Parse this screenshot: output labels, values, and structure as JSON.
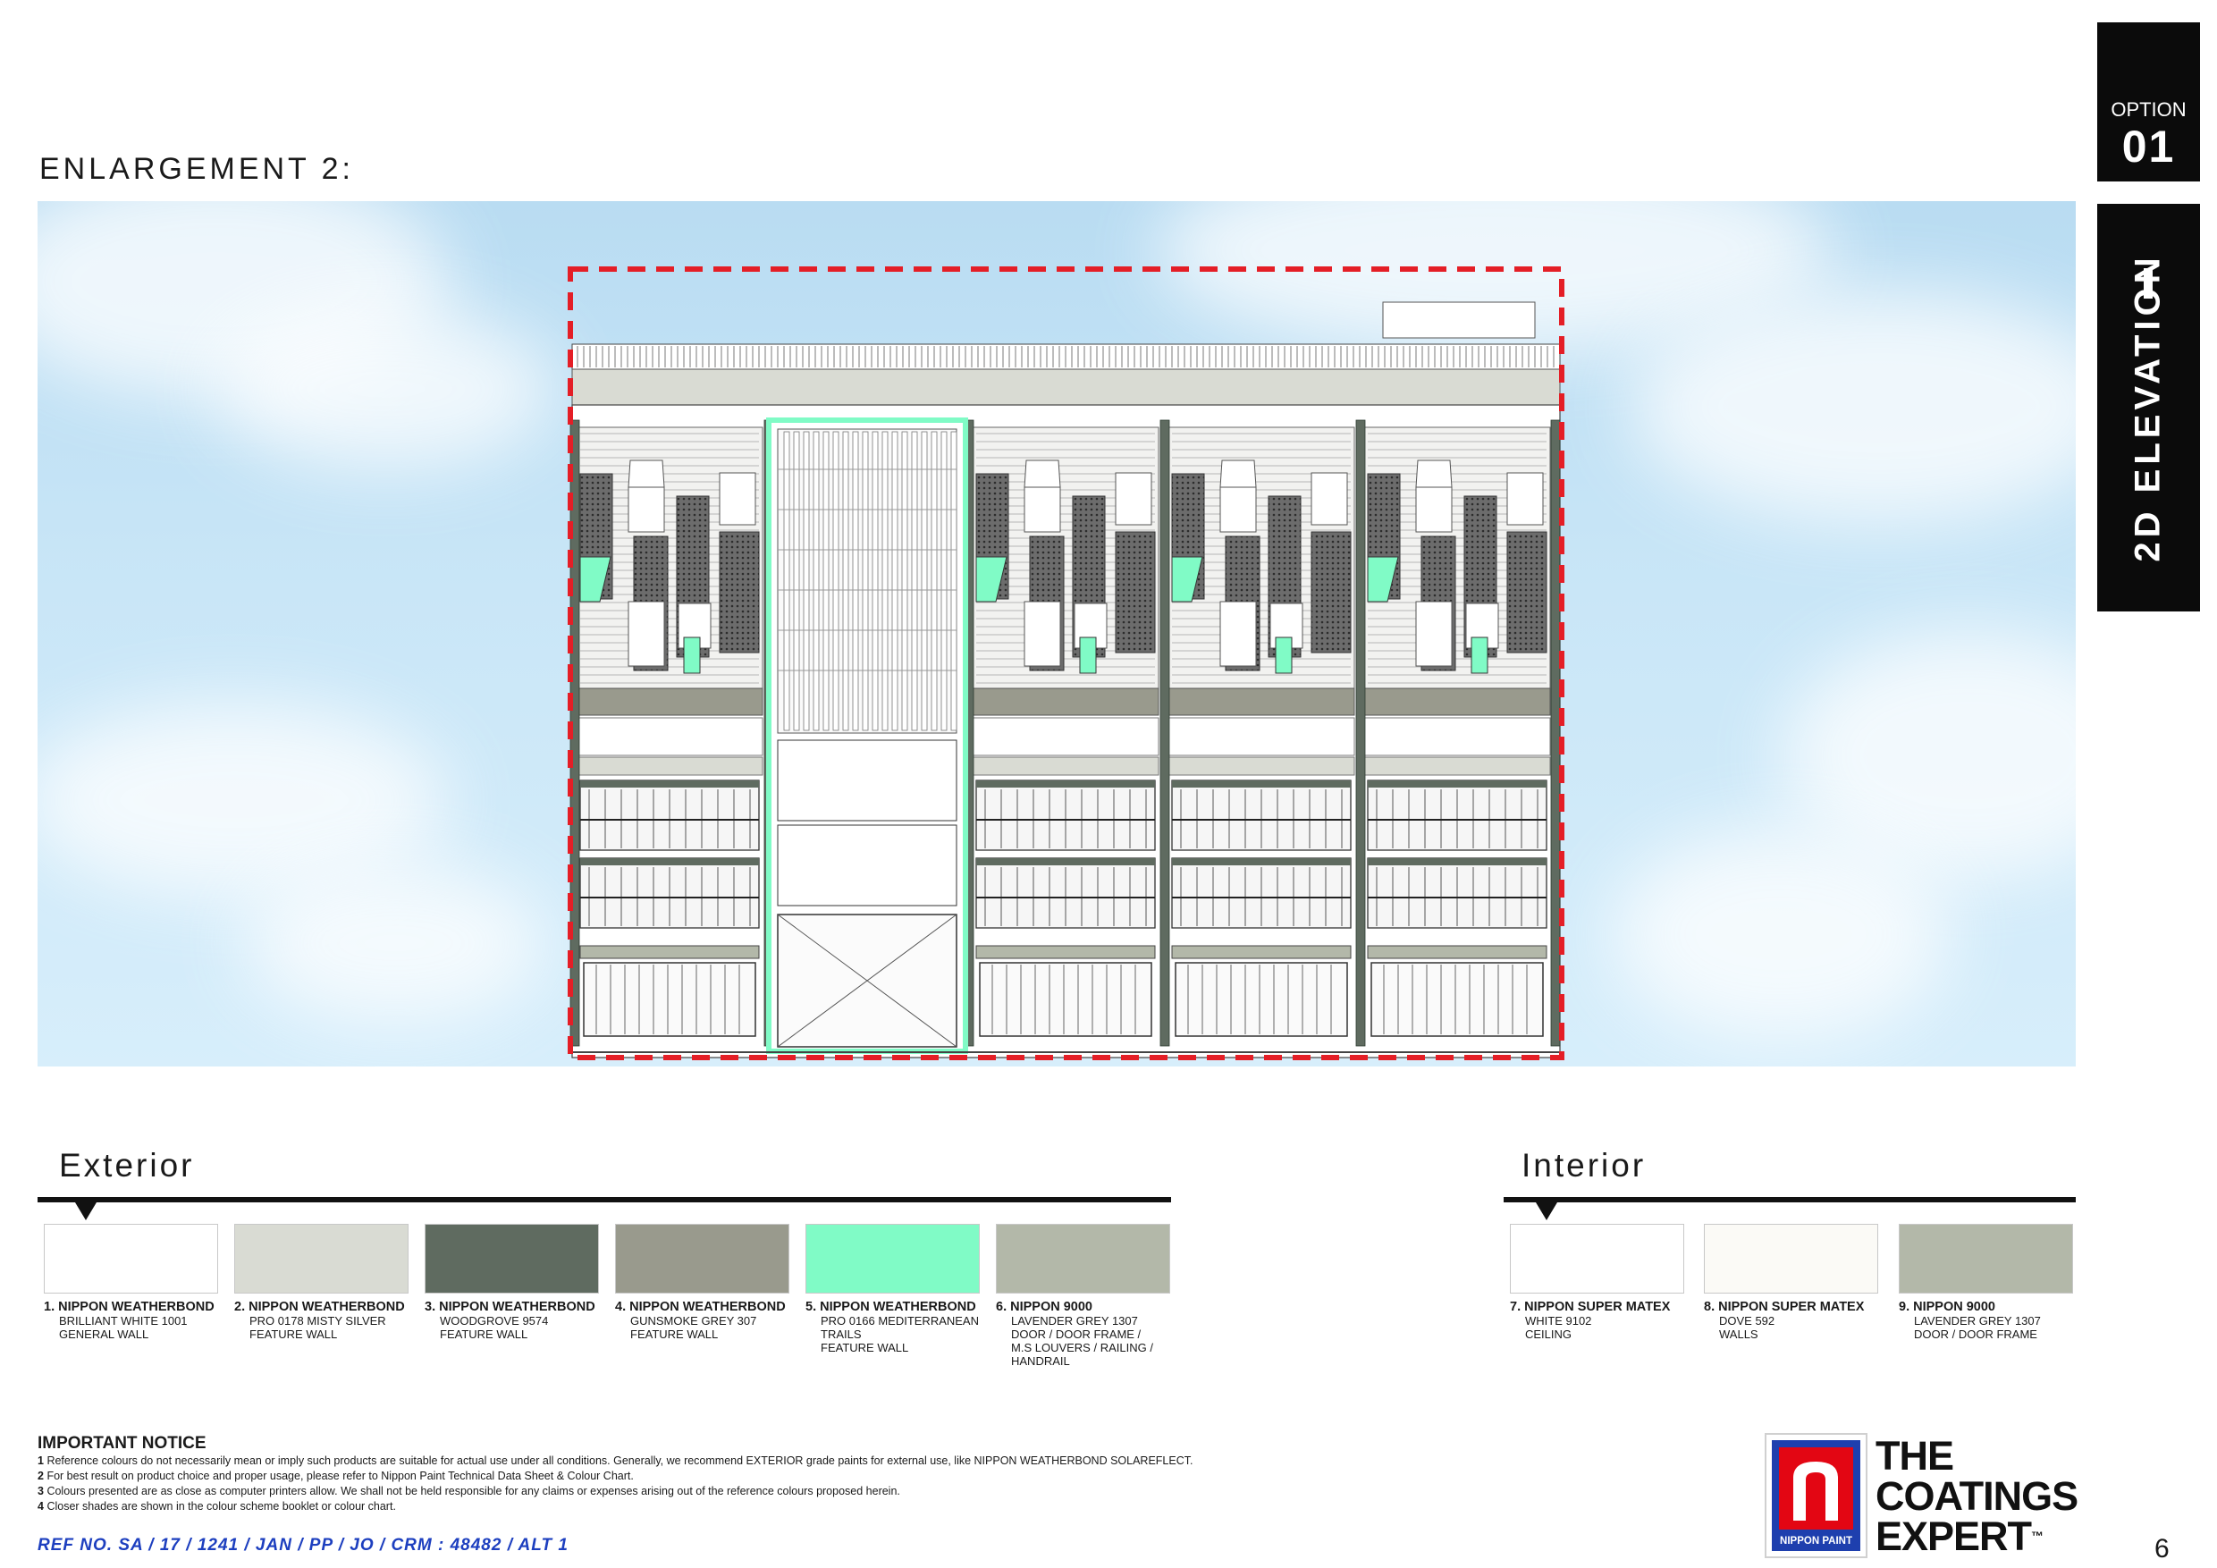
{
  "option": {
    "label": "OPTION",
    "number": "01"
  },
  "section_title": "2D ELEVATION",
  "enlargement_title": "ENLARGEMENT 2:",
  "legend": {
    "exterior_title": "Exterior",
    "interior_title": "Interior",
    "exterior": [
      {
        "title": "1. NIPPON WEATHERBOND",
        "lines": [
          "BRILLIANT WHITE 1001",
          "GENERAL WALL"
        ],
        "color": "#ffffff"
      },
      {
        "title": "2. NIPPON WEATHERBOND",
        "lines": [
          "PRO 0178 MISTY SILVER",
          "FEATURE WALL"
        ],
        "color": "#d9dbd3"
      },
      {
        "title": "3. NIPPON WEATHERBOND",
        "lines": [
          "WOODGROVE 9574",
          "FEATURE WALL"
        ],
        "color": "#5f6b60"
      },
      {
        "title": "4. NIPPON WEATHERBOND",
        "lines": [
          "GUNSMOKE GREY 307",
          "FEATURE WALL"
        ],
        "color": "#999a8d"
      },
      {
        "title": "5. NIPPON WEATHERBOND",
        "lines": [
          "PRO 0166 MEDITERRANEAN",
          "TRAILS",
          "FEATURE WALL"
        ],
        "color": "#80fbc6"
      },
      {
        "title": "6. NIPPON 9000",
        "lines": [
          "LAVENDER GREY 1307",
          "DOOR / DOOR FRAME /",
          "M.S LOUVERS / RAILING /",
          "HANDRAIL"
        ],
        "color": "#b3b8a9"
      }
    ],
    "interior": [
      {
        "title": "7. NIPPON SUPER MATEX",
        "lines": [
          "WHITE 9102",
          "CEILING"
        ],
        "color": "#ffffff"
      },
      {
        "title": "8. NIPPON SUPER MATEX",
        "lines": [
          "DOVE 592",
          "WALLS"
        ],
        "color": "#fbfaf6"
      },
      {
        "title": "9. NIPPON 9000",
        "lines": [
          "LAVENDER GREY 1307",
          "DOOR / DOOR FRAME"
        ],
        "color": "#b3b8a9"
      }
    ]
  },
  "notice": {
    "title": "IMPORTANT NOTICE",
    "items": [
      {
        "n": "1",
        "text": "Reference colours do not necessarily mean or imply such products are suitable for actual use under all conditions. Generally, we recommend EXTERIOR grade paints for external use, like NIPPON WEATHERBOND SOLAREFLECT."
      },
      {
        "n": "2",
        "text": "For best result on product choice and proper usage, please refer to Nippon Paint Technical Data Sheet & Colour Chart."
      },
      {
        "n": "3",
        "text": "Colours presented are as close as computer printers allow. We shall not be held responsible for any claims or expenses arising out of the reference colours proposed herein."
      },
      {
        "n": "4",
        "text": "Closer shades are shown in the colour scheme booklet or colour chart."
      }
    ]
  },
  "ref": "REF NO. SA / 17 / 1241 / JAN / PP / JO / CRM : 48482 / ALT 1",
  "brand": {
    "logo_text": "NIPPON PAINT",
    "tagline": [
      "THE",
      "COATINGS",
      "EXPERT"
    ],
    "tm": "™",
    "brand_red": "#e30613",
    "brand_blue": "#1e3fae"
  },
  "page_number": "6"
}
